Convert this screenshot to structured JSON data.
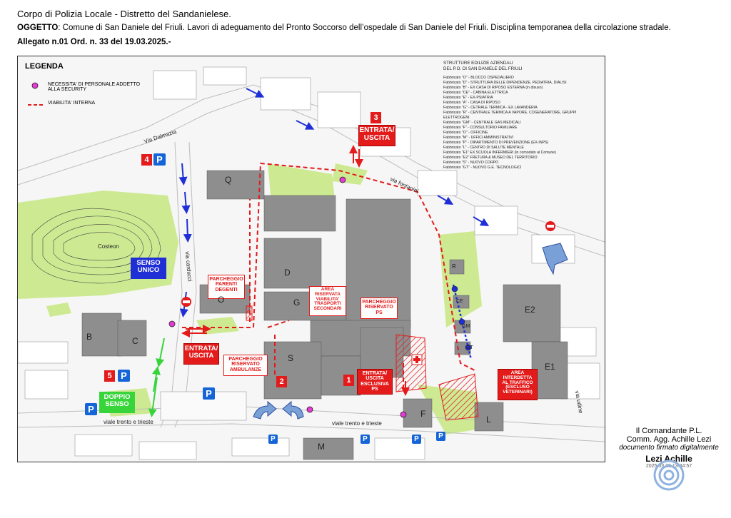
{
  "header": {
    "line1": "Corpo di Polizia Locale  - Distretto del Sandanielese.",
    "oggetto_label": "OGGETTO",
    "oggetto_text": ": Comune di San Daniele del Friuli. Lavori di adeguamento del Pronto Soccorso dell’ospedale di San Daniele del Friuli. Disciplina temporanea della circolazione stradale.",
    "line3": "Allegato n.01 Ord. n. 33 del 19.03.2025.-"
  },
  "legend": {
    "title": "LEGENDA",
    "security": "NECESSITA' DI PERSONALE ADDETTO ALLA SECURITY",
    "viabilita": "VIABILITA' INTERNA"
  },
  "structures": {
    "title": "STRUTTURE EDILIZIE AZIENDALI\nDEL P.O. DI SAN DANIELE DEL FRIULI",
    "items": [
      "Fabbricato \"O\" - BLOCCO OSPEDALIERO",
      "Fabbricato \"D\" - STRUTTURA DELLE DIPENDENZE, PEDIATRIA, DIALISI",
      "Fabbricato \"B\" - EX CASA DI RIPOSO ESTERNA (in disuso)",
      "Fabbricato \"CE\" - CABINA ELETTRICA",
      "Fabbricato \"E\" - EX-PSIATRIA",
      "Fabbricato \"A\" - CASA DI RIPOSO",
      "Fabbricato \"G\" - CETRALE TERMICA - EX LAVANDERIA",
      "Fabbricato \"R\" - CENTRALE TERMICA A VAPORE, COGENERATORE, GRUPPI ELETTROGENI",
      "Fabbricato \"GM\" - CENTRALE GAS MEDICALI",
      "Fabbricato \"F\" - CONSULTORIO FAMILIARE",
      "Fabbricato \"O\" - OFFICINE",
      "Fabbricato \"M\" - UFFICI AMMINISTRATIVI",
      "Fabbricato \"P\" - DIPARTIMENTO DI PREVENZIONE (EX-INPS)",
      "Fabbricato \"L\" - CENTRO DI SALUTE MENTALE",
      "Fabbricato \"E1\" EX SCUOLA INFERMIERI (in comodato al Comune)",
      "Fabbricato \"E2\" FRETURA & MUSEO DEL TERRITORIO",
      "Fabbricato \"S\" - NUOVO CORPO",
      "Fabbricato \"GT\" - NUOVO G.E. TECNOLOGICI"
    ]
  },
  "labels": {
    "entrata3": "ENTRATA/\nUSCITA",
    "num3": "3",
    "num4": "4",
    "num5": "5",
    "num2": "2",
    "num1": "1",
    "p": "P",
    "senso_unico": "SENSO\nUNICO",
    "doppio_senso": "DOPPIO\nSENSO",
    "entrata_left": "ENTRATA/\nUSCITA",
    "parcheggio_parenti": "PARCHEGGIO\nPARENTI\nDEGENTI",
    "area_riservata": "AREA\nRISERVATA\nVIABILITA'\nTRASPORTI\nSECONDARI",
    "parcheggio_ps": "PARCHEGGIO\nRISERVATO\nPS",
    "parcheggio_ambulanze": "PARCHEGGIO\nRISERVATO\nAMBULANZE",
    "entrata_ps": "ENTRATA/\nUSCITA\nESCLUSIVA\nPS",
    "area_interdetta": "AREA\nINTERDETTA\nAL TRAFFICO\n(ESCLUSO\nVETERINARI)",
    "costeon": "Costeon"
  },
  "buildings": {
    "Q": "Q",
    "D": "D",
    "O": "O",
    "G": "G",
    "S": "S",
    "B": "B",
    "C": "C",
    "F": "F",
    "L": "L",
    "M": "M",
    "E2": "E2",
    "E1": "E1",
    "R": "R",
    "CE": "CE",
    "GM": "GM",
    "GT": "GT"
  },
  "streets": {
    "dalmazia": "Via Dalmazia",
    "fontanini": "via fontanini",
    "carducci": "via carducci",
    "trento1": "viale trento e trieste",
    "trento2": "viale trento e trieste",
    "udine": "via udine"
  },
  "signature": {
    "title": "Il Comandante P.L.",
    "name": "Comm. Agg. Achille Lezi",
    "note": "documento firmato digitalmente",
    "signer": "Lezi Achille",
    "date": "2025.03.20 13:44:57"
  },
  "colors": {
    "road_red": "#e31b1b",
    "arrow_blue": "#1f2fd6",
    "green_area": "#cdea92",
    "building_gray": "#8e8e8e",
    "parking_blue": "#1565d8",
    "security_magenta": "#e63ad6"
  }
}
